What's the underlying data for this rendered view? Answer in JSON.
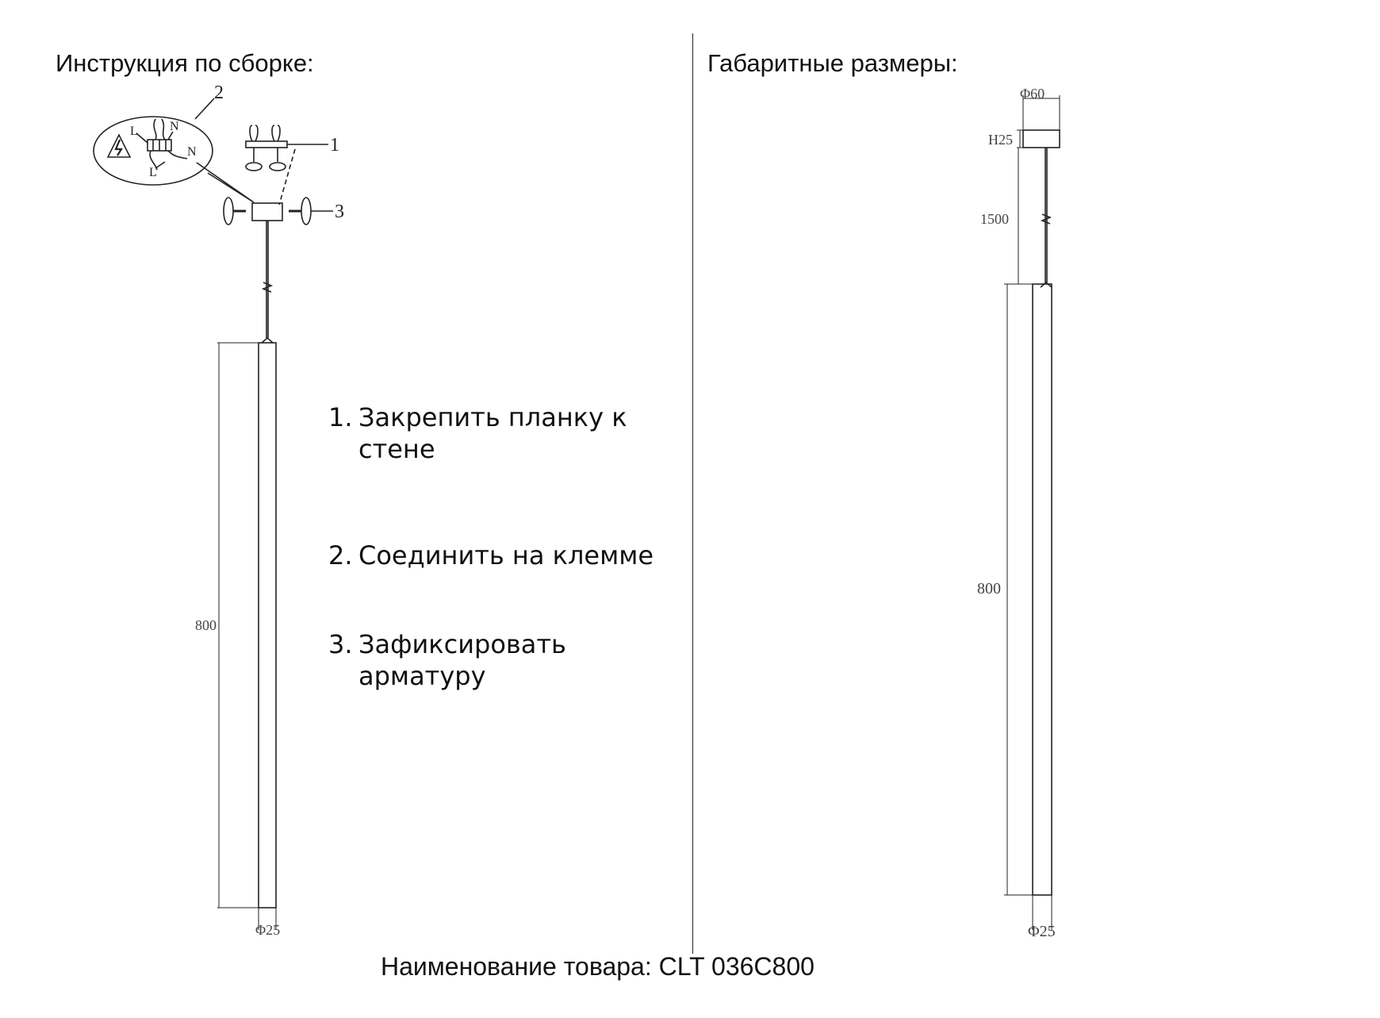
{
  "headings": {
    "assembly": "Инструкция по сборке:",
    "dimensions": "Габаритные размеры:"
  },
  "steps": [
    {
      "num": "1.",
      "text": "Закрепить планку к стене"
    },
    {
      "num": "2.",
      "text": "Соединить на клемме"
    },
    {
      "num": "3.",
      "text": "Зафиксировать арматуру"
    }
  ],
  "assembly_drawing": {
    "callouts": [
      "2",
      "1",
      "3"
    ],
    "wire_labels": {
      "live": "L",
      "neutral": "N"
    },
    "length_label": "800",
    "diameter_label": "Φ25"
  },
  "dimension_drawing": {
    "canopy_diameter": "Φ60",
    "canopy_height": "H25",
    "cable_length": "1500",
    "body_length": "800",
    "body_diameter": "Φ25"
  },
  "product": {
    "label": "Наименование товара: CLT 036C800"
  }
}
